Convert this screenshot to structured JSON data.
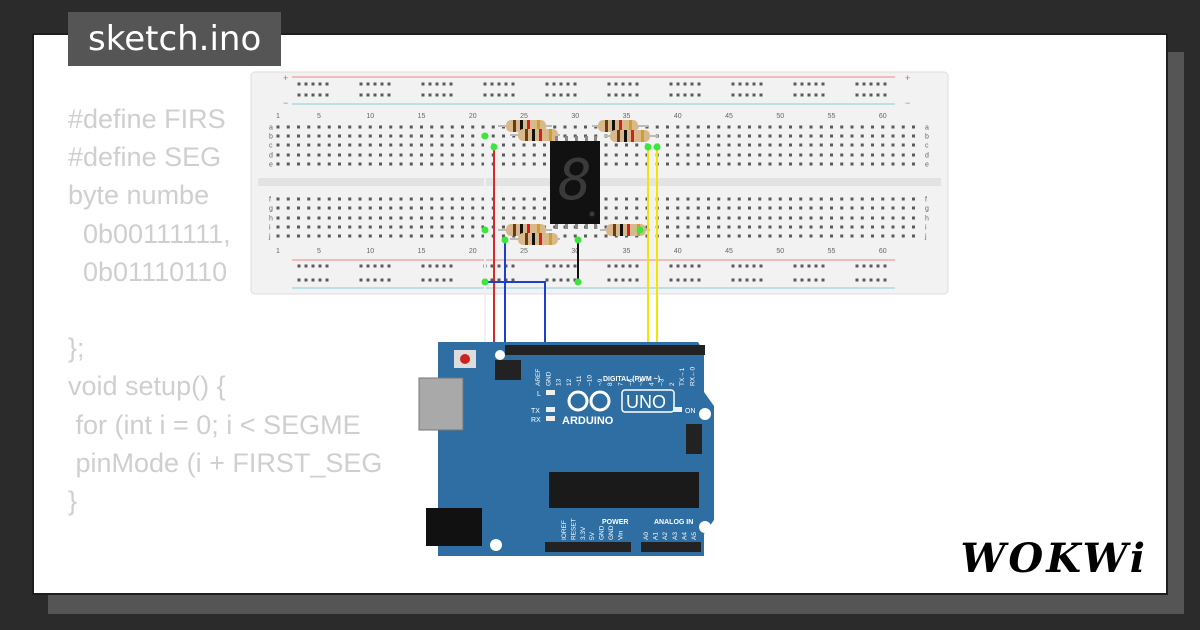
{
  "window": {
    "title": "sketch.ino"
  },
  "code_lines": [
    "#define FIRS",
    "#define SEG",
    "byte numbe",
    "  0b00111111,",
    "  0b01110110",
    "",
    "};",
    "void setup() {",
    " for (int i = 0; i < SEGME",
    " pinMode (i + FIRST_SEG                         UT);",
    "}"
  ],
  "breadboard": {
    "row_letters_top": [
      "a",
      "b",
      "c",
      "d",
      "e"
    ],
    "row_letters_bottom": [
      "f",
      "g",
      "h",
      "i",
      "j"
    ],
    "column_numbers": [
      "1",
      "5",
      "10",
      "15",
      "20",
      "25",
      "30",
      "35",
      "40",
      "45",
      "50",
      "55",
      "60"
    ],
    "rail_plus": "+",
    "rail_minus": "−"
  },
  "display": {
    "digit": "8"
  },
  "arduino": {
    "model": "UNO",
    "brand": "ARDUINO",
    "digital_label": "DIGITAL (PWM ~)",
    "power_label": "POWER",
    "analog_label": "ANALOG IN",
    "led_l": "L",
    "led_tx": "TX",
    "led_rx": "RX",
    "led_on": "ON",
    "top_pins": [
      "AREF",
      "GND",
      "13",
      "12",
      "~11",
      "~10",
      "~9",
      "8",
      "7",
      "~6",
      "~5",
      "4",
      "~3",
      "2",
      "TX→1",
      "RX←0"
    ],
    "power_pins": [
      "IOREF",
      "RESET",
      "3.3V",
      "5V",
      "GND",
      "GND",
      "Vin"
    ],
    "analog_pins": [
      "A0",
      "A1",
      "A2",
      "A3",
      "A4",
      "A5"
    ]
  },
  "brand_logo": "WOKWi",
  "colors": {
    "background": "#2b2b2b",
    "board_blue": "#2e6ea2",
    "wire_red": "#d42a2a",
    "wire_blue": "#1d3fcf",
    "wire_yellow": "#f2e600",
    "wire_white": "#ffffff",
    "wire_black": "#111111",
    "led_green": "#3ce63c"
  }
}
